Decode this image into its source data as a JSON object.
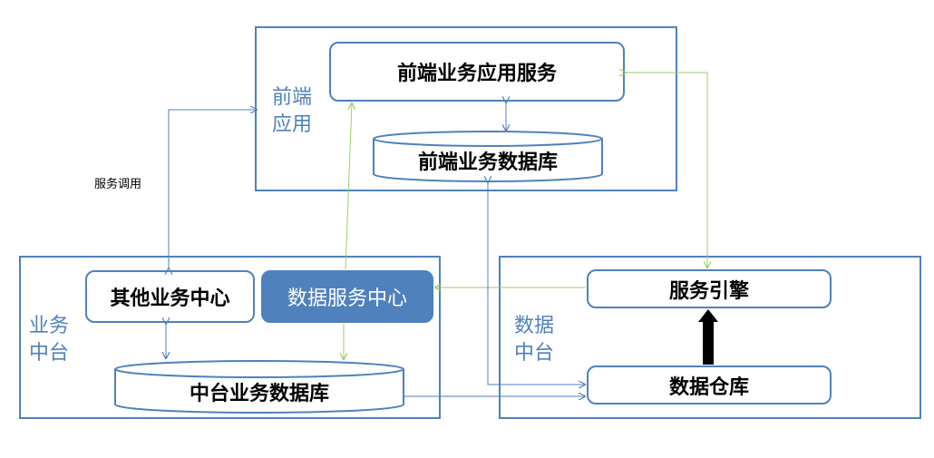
{
  "frontend": {
    "group_label_line1": "前端",
    "group_label_line2": "应用",
    "app_service": "前端业务应用服务",
    "database": "前端业务数据库"
  },
  "business": {
    "group_label_line1": "业务",
    "group_label_line2": "中台",
    "other_center": "其他业务中心",
    "data_service_center": "数据服务中心",
    "database": "中台业务数据库"
  },
  "data": {
    "group_label_line1": "数据",
    "group_label_line2": "中台",
    "service_engine": "服务引擎",
    "warehouse": "数据仓库"
  },
  "edge_label": "服务调用",
  "colors": {
    "blue": "#4f81bd",
    "green": "#9bcf6a",
    "black": "#000000"
  }
}
